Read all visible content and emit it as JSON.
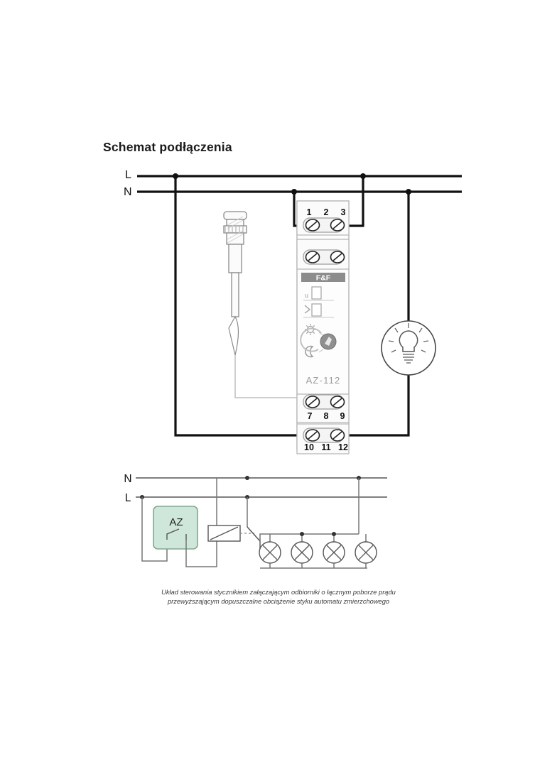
{
  "document": {
    "title": "Schemat podłączenia",
    "background_color": "#ffffff"
  },
  "diagram_top": {
    "rail_labels": {
      "live": "L",
      "neutral": "N"
    },
    "device": {
      "name": "AZ-112",
      "brand_logo": "F&F",
      "knob_icons": [
        "sun-icon",
        "moon-icon",
        "rotary-knob-icon"
      ],
      "indicator_icons": [
        "u-indicator-icon",
        "relay-indicator-icon"
      ]
    },
    "terminals_top": [
      "1",
      "2",
      "3"
    ],
    "terminals_bottom_upper": [
      "7",
      "8",
      "9"
    ],
    "terminals_bottom_lower": [
      "10",
      "11",
      "12"
    ],
    "sensor": "light-sensor-probe",
    "load": "lamp-symbol"
  },
  "diagram_bottom": {
    "rail_labels": {
      "neutral": "N",
      "live": "L"
    },
    "device_label": "AZ",
    "device_fill_color": "#cfe6da",
    "device_border_color": "#7fa892",
    "contactor": "contactor-coil",
    "lamp_count": 4,
    "lamp_symbol": "lamp-cross-circle"
  },
  "caption": {
    "line1": "Układ sterowania stycznikiem załączającym odbiorniki o łącznym poborze prądu",
    "line2": "przewyższającym dopuszczalne obciążenie styku automatu zmierzchowego"
  },
  "colors": {
    "wire_black": "#111111",
    "wire_gray": "#7d7d7d",
    "device_outline": "#b4b4b4",
    "device_face": "#fdfdfd",
    "green_fill": "#cfe6da"
  }
}
